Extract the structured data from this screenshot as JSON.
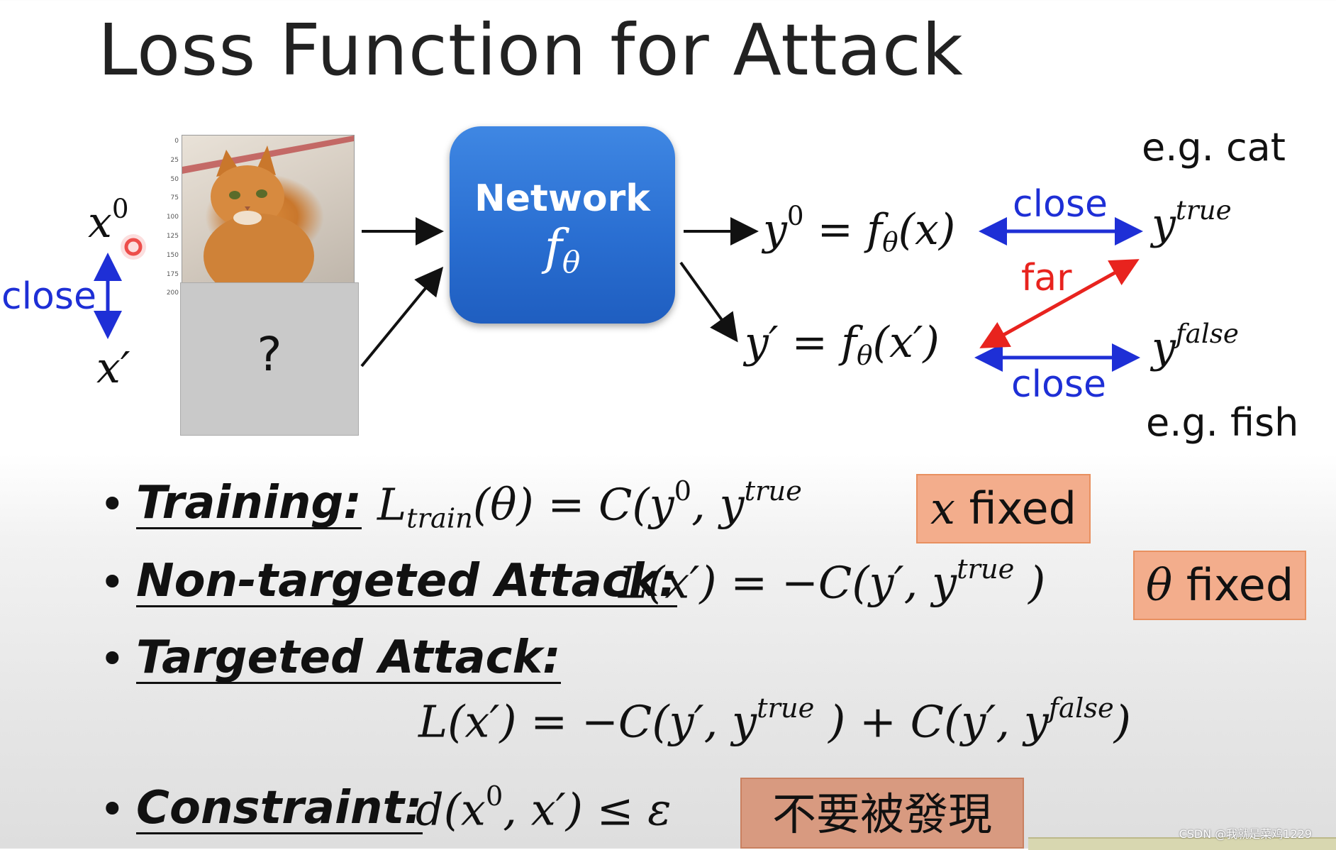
{
  "title": "Loss Function for Attack",
  "diagram": {
    "x0": {
      "base": "x",
      "sup": "0"
    },
    "close_left": "close",
    "x_prime": "x′",
    "unknown_mark": "?",
    "axis_ticks": [
      "0",
      "25",
      "50",
      "75",
      "100",
      "125",
      "150",
      "175",
      "200"
    ],
    "network": {
      "label": "Network",
      "func": "f",
      "func_sub": "θ"
    },
    "y0_eq": {
      "lhs": "y",
      "lhs_sup": "0",
      "rhs": " = f",
      "rhs_sub": "θ",
      "rhs_arg": "(x)"
    },
    "yp_eq": {
      "lhs": "y′",
      "rhs": " = f",
      "rhs_sub": "θ",
      "rhs_arg": "(x′)"
    },
    "close_top": "close",
    "far": "far",
    "close_bottom": "close",
    "y_true": {
      "base": "y",
      "sup": "true"
    },
    "y_false": {
      "base": "y",
      "sup": "false"
    },
    "eg_cat": "e.g. cat",
    "eg_fish": "e.g. fish"
  },
  "bullets": {
    "training": {
      "label": "Training:",
      "formula_L": "L",
      "formula_sub": "train",
      "formula_mid": "(θ) = C(y",
      "formula_sup0": "0",
      "formula_mid2": ", y",
      "formula_sup": "true",
      "tag_math": "x",
      "tag_text": " fixed"
    },
    "nontargeted": {
      "label": "Non-targeted Attack:",
      "formula": "L(x′) = −C(y′, y",
      "formula_sup": "true",
      "formula_end": " )",
      "tag_math": "θ",
      "tag_text": " fixed"
    },
    "targeted": {
      "label": "Targeted Attack:",
      "formula_a": "L(x′) = −C(y′, y",
      "formula_sup_a": "true",
      "formula_b": " ) + C(y′, y",
      "formula_sup_b": "false",
      "formula_end": ")"
    },
    "constraint": {
      "label": "Constraint:",
      "formula_a": "d(x",
      "formula_sup": "0",
      "formula_b": ", x′) ≤ ε",
      "tag_text": "不要被發現"
    }
  },
  "watermark": "CSDN @我就是菜鸡1229",
  "colors": {
    "blue_arrow": "#1e2fd6",
    "red_arrow": "#e8231e",
    "network": "#2a6fd2",
    "tag": "#f3ad8c"
  }
}
